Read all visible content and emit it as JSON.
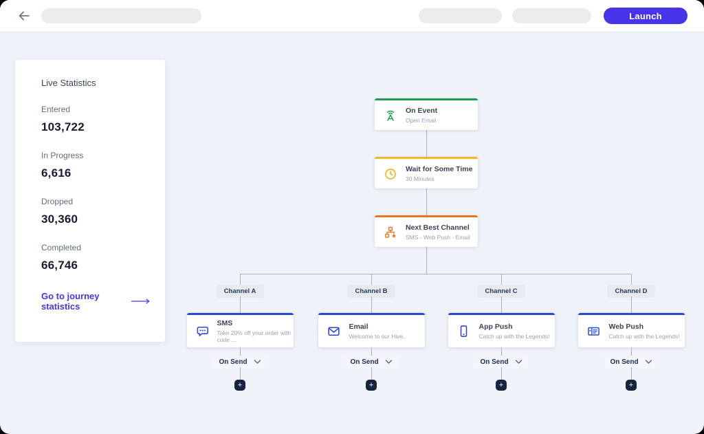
{
  "topbar": {
    "launch_label": "Launch"
  },
  "stats_panel": {
    "title": "Live Statistics",
    "items": [
      {
        "label": "Entered",
        "value": "103,722"
      },
      {
        "label": "In Progress",
        "value": "6,616"
      },
      {
        "label": "Dropped",
        "value": "30,360"
      },
      {
        "label": "Completed",
        "value": "66,746"
      }
    ],
    "link_label": "Go to journey statistics"
  },
  "flow": {
    "trigger": {
      "title": "On Event",
      "subtitle": "Open Email",
      "accent": "#1f9d55",
      "icon": "antenna-icon"
    },
    "wait": {
      "title": "Wait for Some Time",
      "subtitle": "30 Minutes",
      "accent": "#f2b824",
      "icon": "clock-icon"
    },
    "split": {
      "title": "Next Best Channel",
      "subtitle": "SMS - Web Push - Email",
      "accent": "#e8761e",
      "icon": "hierarchy-star-icon"
    },
    "branches": [
      {
        "channel_label": "Channel A",
        "title": "SMS",
        "subtitle": "Take 20% off your order with code ...",
        "accent": "#2a47d8",
        "icon": "sms-bubble-icon",
        "condition": "On Send"
      },
      {
        "channel_label": "Channel B",
        "title": "Email",
        "subtitle": "Welcome to our Hive.",
        "accent": "#2a47d8",
        "icon": "email-envelope-icon",
        "condition": "On Send"
      },
      {
        "channel_label": "Channel C",
        "title": "App Push",
        "subtitle": "Catch up with the Legends!",
        "accent": "#2a47d8",
        "icon": "app-push-phone-icon",
        "condition": "On Send"
      },
      {
        "channel_label": "Channel D",
        "title": "Web Push",
        "subtitle": "Catch up with the Legends!",
        "accent": "#2a47d8",
        "icon": "web-push-browser-icon",
        "condition": "On Send"
      }
    ],
    "add_label": "+"
  },
  "colors": {
    "launch_purple": "#4733e8",
    "accent_green": "#1f9d55",
    "accent_amber": "#f2b824",
    "accent_orange": "#e8761e",
    "accent_blue": "#2a47d8",
    "plus_navy": "#17233f",
    "canvas_bg": "#eff2f8"
  }
}
